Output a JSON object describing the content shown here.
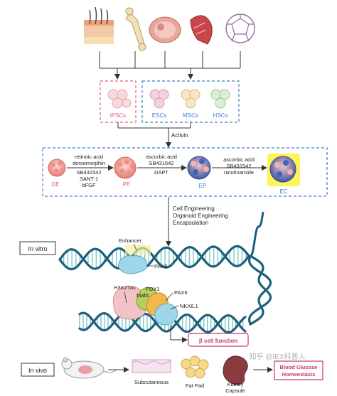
{
  "cell_types": {
    "ipsc": "iPSCs",
    "esc": "ESCs",
    "msc": "MSCs",
    "hsc": "HSCs"
  },
  "activin": "Activin",
  "stages": {
    "de": "DE",
    "pe": "PE",
    "ep": "EP",
    "ec": "EC"
  },
  "factors_1": [
    "retinoic acid",
    "dorsomorphin",
    "SB431542",
    "SANT-1",
    "bFGF"
  ],
  "factors_2": [
    "ascorbic acid",
    "SB431542",
    "DAPT"
  ],
  "factors_3": [
    "ascorbic acid",
    "SB431542",
    "nicotinamide"
  ],
  "engineering": [
    "Cell Engineering",
    "Organoid Engineering",
    "Encapsulation"
  ],
  "in_vitro": "In vitro",
  "enhancer": "Enhancer",
  "pax6_top": "PAX6",
  "h3k27ac": "H3K27ac",
  "mafa": "MafA",
  "pdx1": "PDX1",
  "pax6": "PAX6",
  "nkx61": "NKX6.1",
  "beta_cell": "β cell function",
  "in_vivo": "In vivo",
  "subcutaneous": "Subcutaneous",
  "fat_pad": "Fat Pad",
  "kidney_capsule": [
    "Kidney",
    "Capsule"
  ],
  "blood_glucose": [
    "Blood Glucose",
    "Homeostasis"
  ],
  "watermark": "知乎 @IEX科普人",
  "colors": {
    "pink": "#e0607e",
    "blue": "#3f7ec9",
    "dna_dark": "#1d5f7c",
    "dna_light": "#7cc8c8"
  }
}
